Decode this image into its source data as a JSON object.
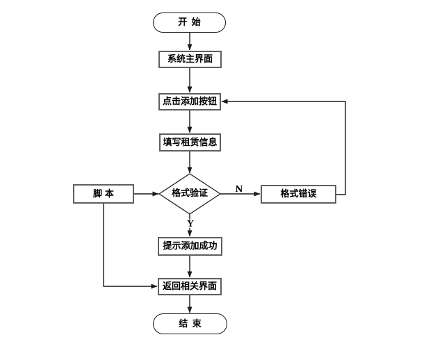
{
  "flowchart": {
    "nodes": {
      "start": {
        "label": "开始",
        "type": "terminator"
      },
      "main_ui": {
        "label": "系统主界面",
        "type": "process"
      },
      "click_add": {
        "label": "点击添加按钮",
        "type": "process"
      },
      "fill_info": {
        "label": "填写租赁信息",
        "type": "process"
      },
      "validate": {
        "label": "格式验证",
        "type": "decision"
      },
      "script": {
        "label": "脚本",
        "type": "process"
      },
      "format_error": {
        "label": "格式错误",
        "type": "process"
      },
      "success_tip": {
        "label": "提示添加成功",
        "type": "process"
      },
      "return_ui": {
        "label": "返回相关界面",
        "type": "process"
      },
      "end": {
        "label": "结束",
        "type": "terminator"
      }
    },
    "edge_labels": {
      "no": "N",
      "yes": "Y"
    },
    "colors": {
      "line": "#1a1a1a",
      "box_border": "#5f5f5f",
      "background": "#ffffff",
      "text": "#000000"
    }
  }
}
